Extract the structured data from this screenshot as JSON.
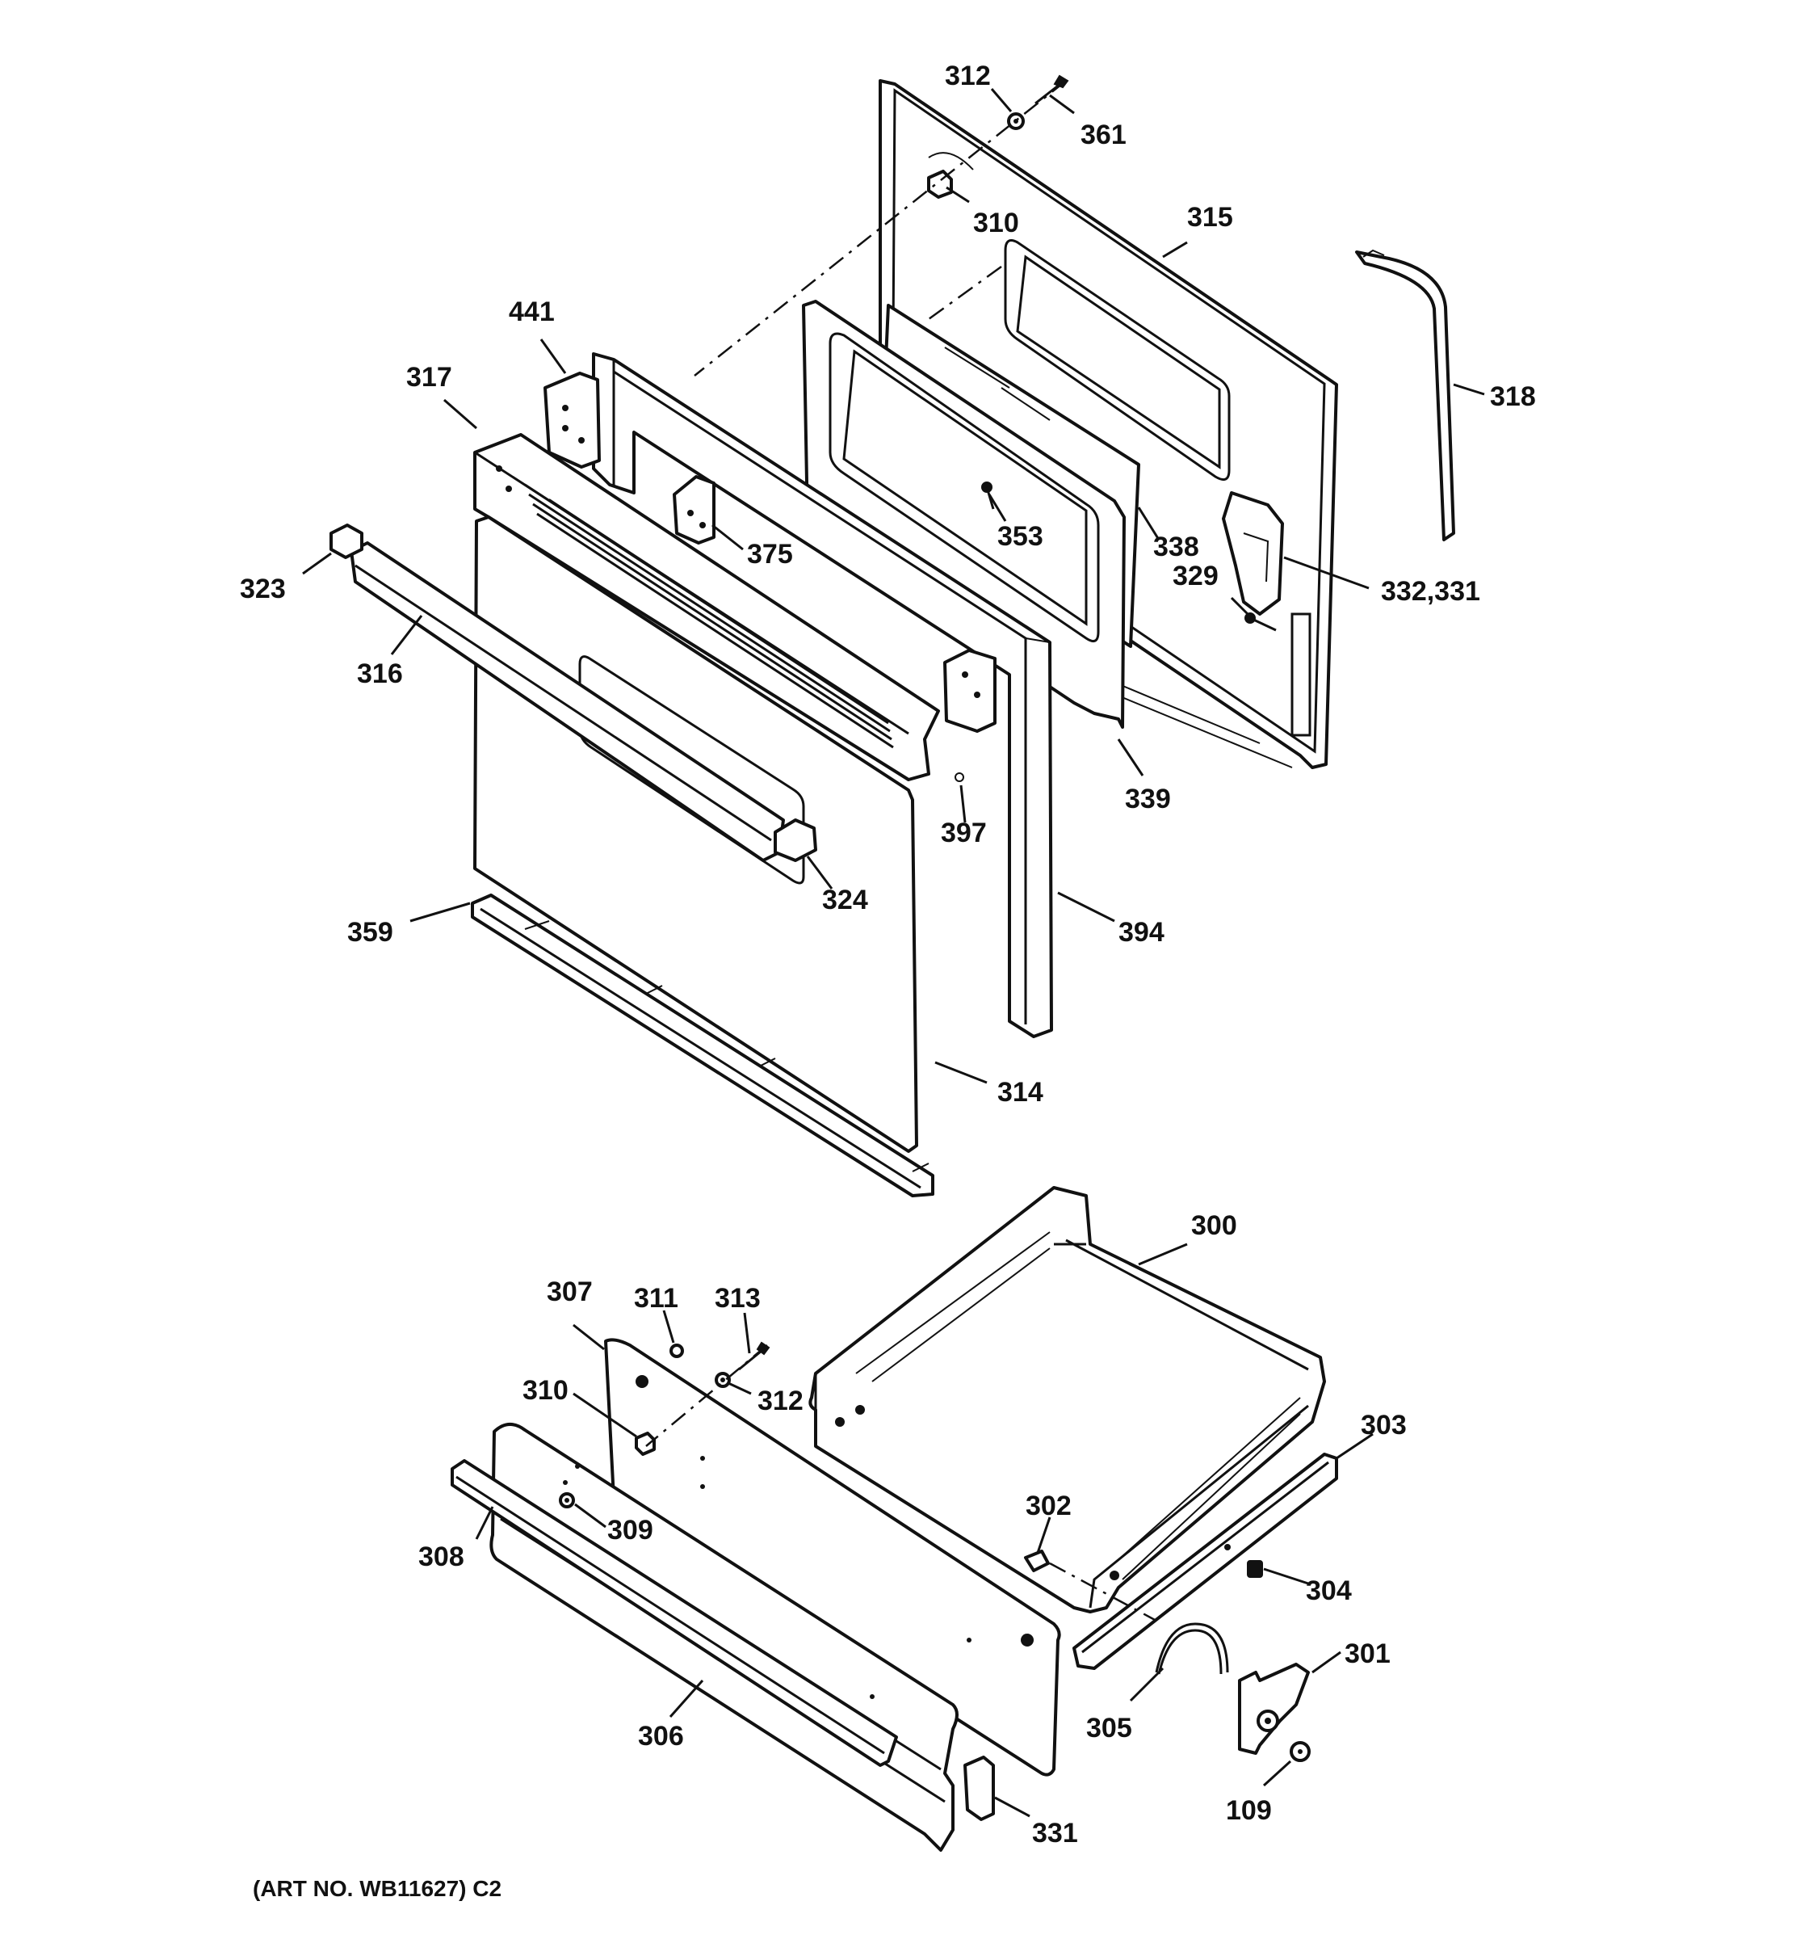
{
  "callouts": {
    "c312_top": "312",
    "c361": "361",
    "c310_top": "310",
    "c315": "315",
    "c318": "318",
    "c441": "441",
    "c317": "317",
    "c375": "375",
    "c353": "353",
    "c338": "338",
    "c329": "329",
    "c332_331": "332,331",
    "c323": "323",
    "c316": "316",
    "c339": "339",
    "c397": "397",
    "c324": "324",
    "c359": "359",
    "c394": "394",
    "c314": "314",
    "c300": "300",
    "c307": "307",
    "c311": "311",
    "c313": "313",
    "c310_bot": "310",
    "c312_bot": "312",
    "c303": "303",
    "c302": "302",
    "c309": "309",
    "c308": "308",
    "c304": "304",
    "c301": "301",
    "c305": "305",
    "c306": "306",
    "c109": "109",
    "c331": "331"
  },
  "art_number": "(ART NO. WB11627) C2"
}
